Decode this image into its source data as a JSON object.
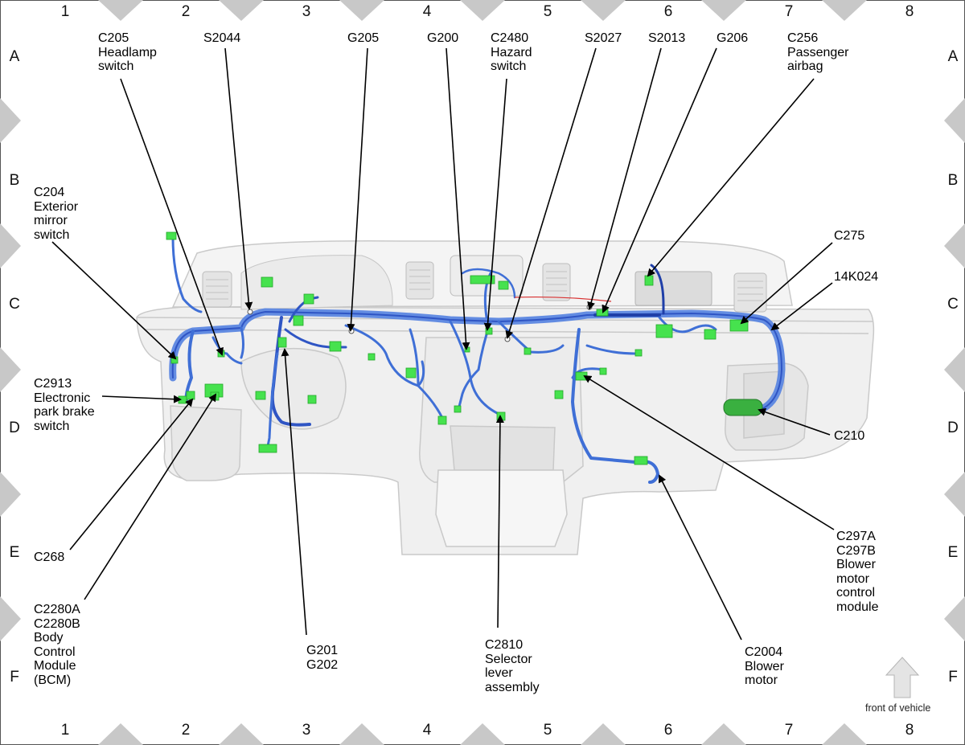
{
  "grid": {
    "columns": [
      "1",
      "2",
      "3",
      "4",
      "5",
      "6",
      "7",
      "8"
    ],
    "rows": [
      "A",
      "B",
      "C",
      "D",
      "E",
      "F"
    ]
  },
  "callouts": {
    "c205": "C205\nHeadlamp\nswitch",
    "s2044": "S2044",
    "g205": "G205",
    "g200": "G200",
    "c2480": "C2480\nHazard\nswitch",
    "s2027": "S2027",
    "s2013": "S2013",
    "g206": "G206",
    "c256": "C256\nPassenger\nairbag",
    "c204": "C204\nExterior\nmirror\nswitch",
    "c275": "C275",
    "k14k024": "14K024",
    "c2913": "C2913\nElectronic\npark brake\nswitch",
    "c210": "C210",
    "c268": "C268",
    "c297": "C297A\nC297B\nBlower\nmotor\ncontrol\nmodule",
    "c2280": "C2280A\nC2280B\nBody\nControl\nModule\n(BCM)",
    "g201": "G201\nG202",
    "c2810": "C2810\nSelector\nlever\nassembly",
    "c2004": "C2004\nBlower\nmotor"
  },
  "front_of_vehicle": "front of vehicle",
  "colors": {
    "harness": "#3f6fd6",
    "harness_dark": "#1f3fa8",
    "connector": "#44e04c",
    "dash": "#f2f2f2",
    "frame_triangle": "#c8c8c8"
  }
}
